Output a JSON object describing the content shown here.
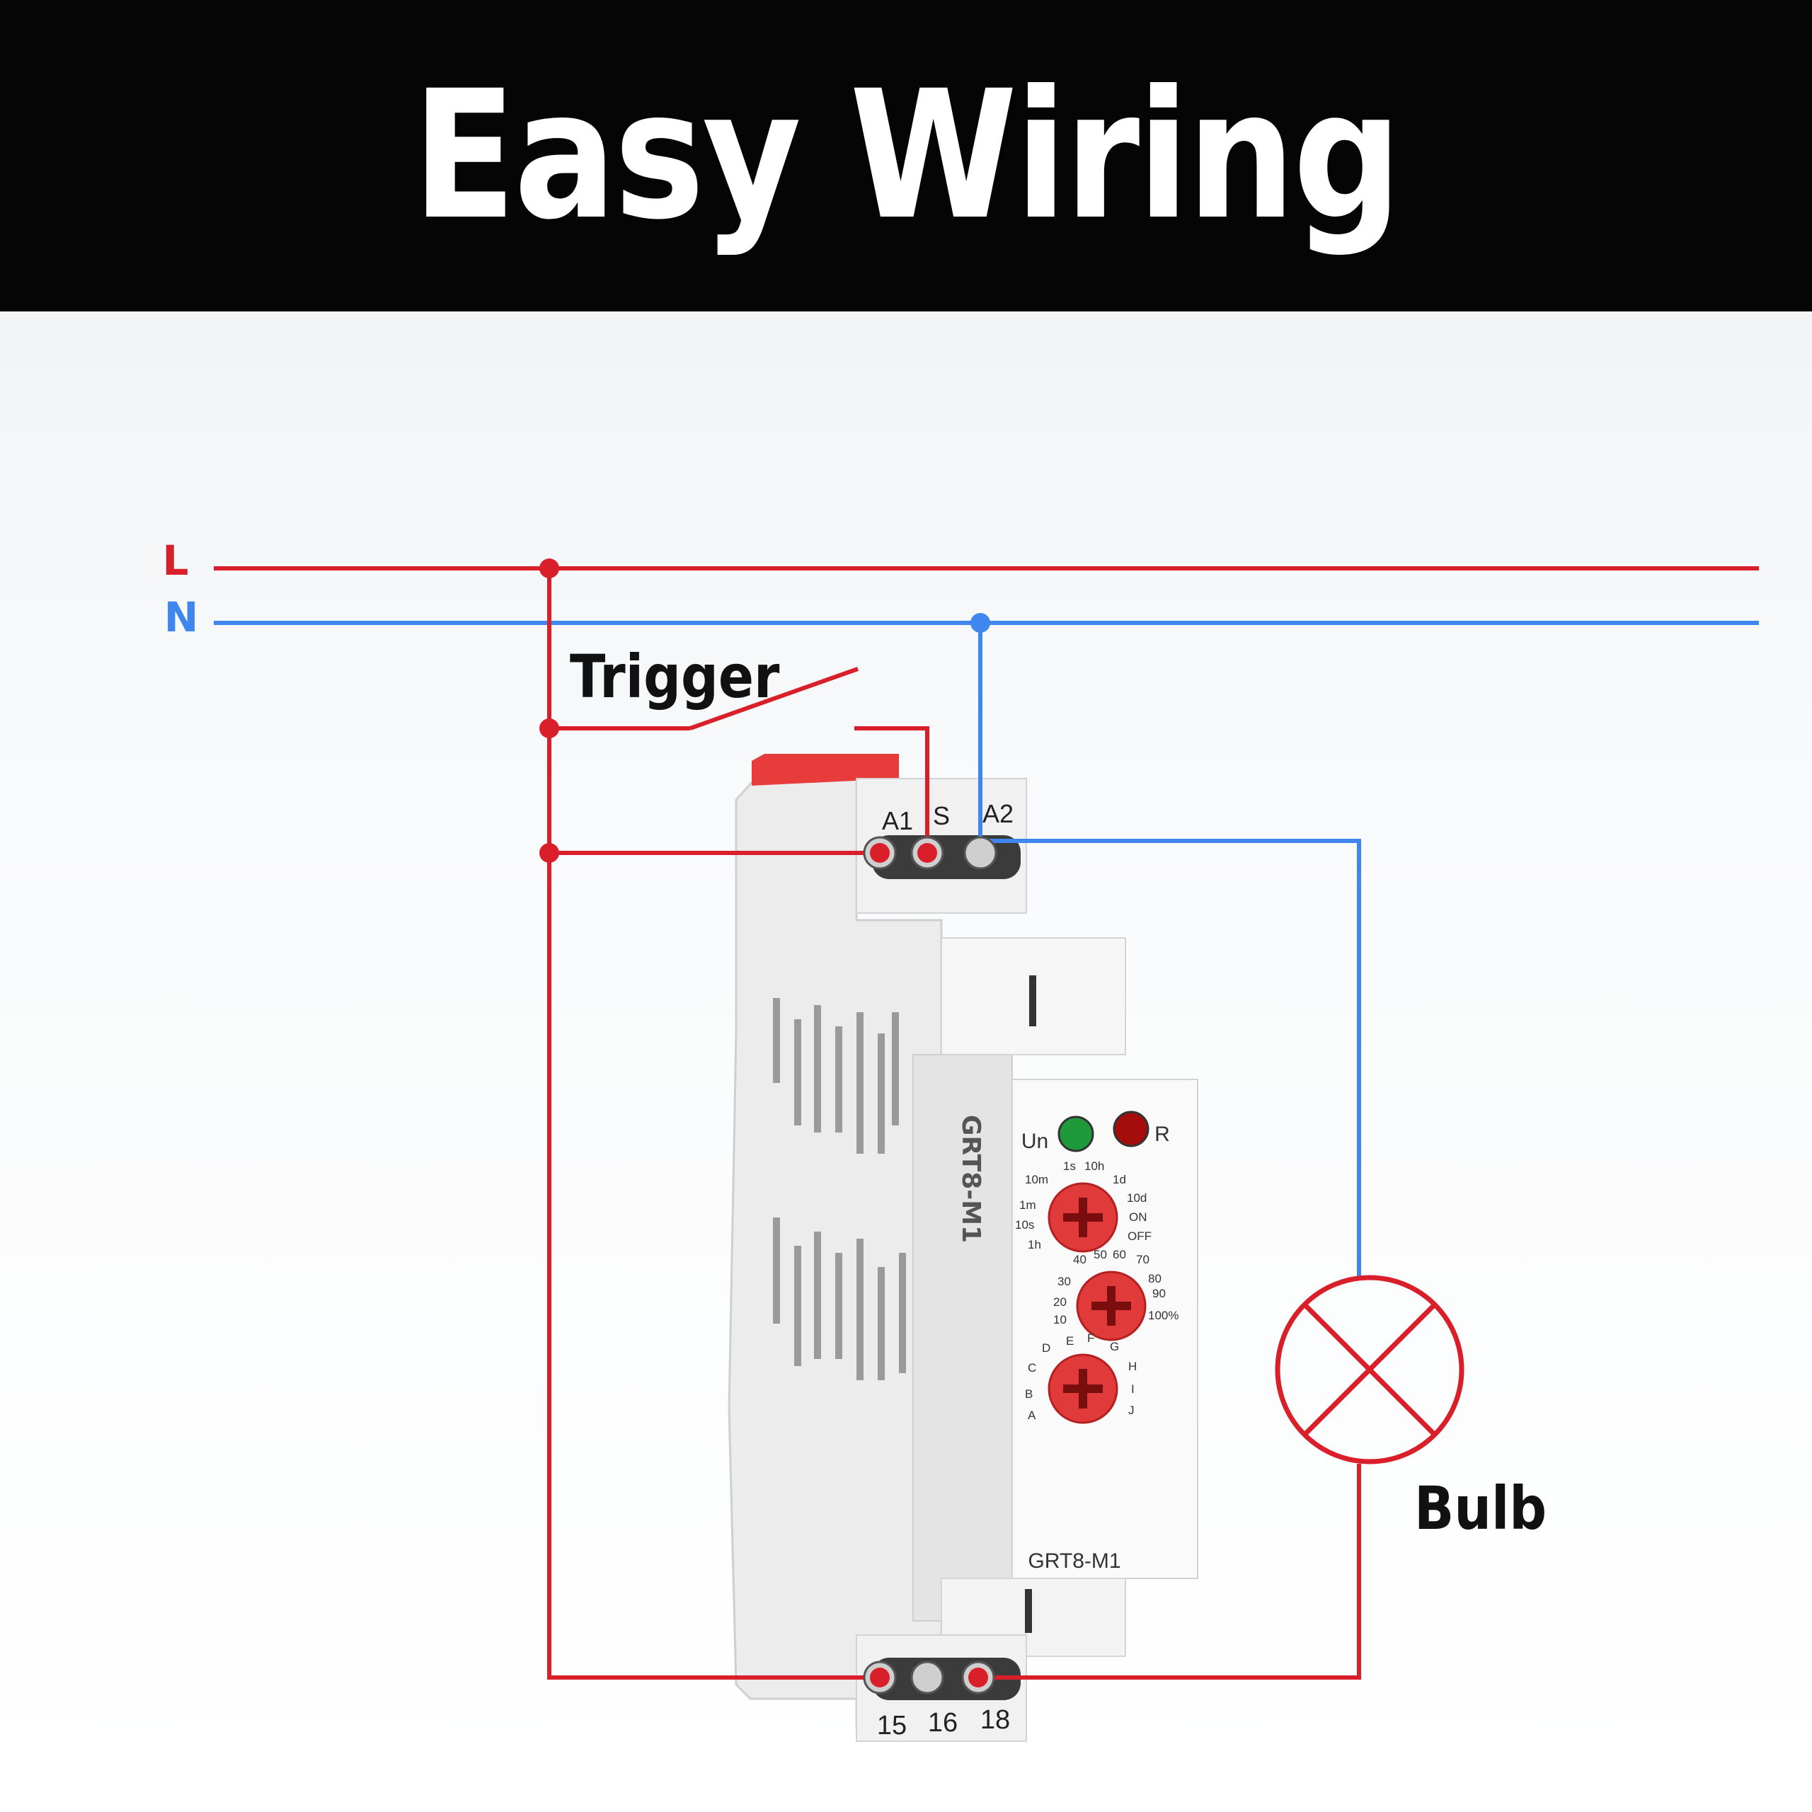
{
  "header": {
    "title": "Easy Wiring"
  },
  "lines": {
    "live_label": "L",
    "neutral_label": "N"
  },
  "labels": {
    "trigger": "Trigger",
    "bulb": "Bulb"
  },
  "device": {
    "model": "GRT8-M1",
    "side_model": "GRT8-M1",
    "led_power_label": "Un",
    "led_relay_label": "R",
    "top_terminals": [
      "A1",
      "S",
      "A2"
    ],
    "bottom_terminals": [
      "15",
      "16",
      "18"
    ],
    "knob1_scale": [
      "1s",
      "10h",
      "1d",
      "10d",
      "ON",
      "OFF",
      "10m",
      "1m",
      "10s",
      "1h"
    ],
    "knob2_scale": [
      "40",
      "50",
      "60",
      "70",
      "80",
      "90",
      "100%",
      "30",
      "20",
      "10"
    ],
    "knob3_scale": [
      "D",
      "E",
      "F",
      "G",
      "H",
      "I",
      "J",
      "C",
      "B",
      "A"
    ]
  },
  "colors": {
    "live": "#d81f2a",
    "neutral": "#3f86ee",
    "knob": "#e03a3a",
    "led_power": "#1f9a3a",
    "led_relay": "#a50d0d",
    "banner": "#050505"
  }
}
